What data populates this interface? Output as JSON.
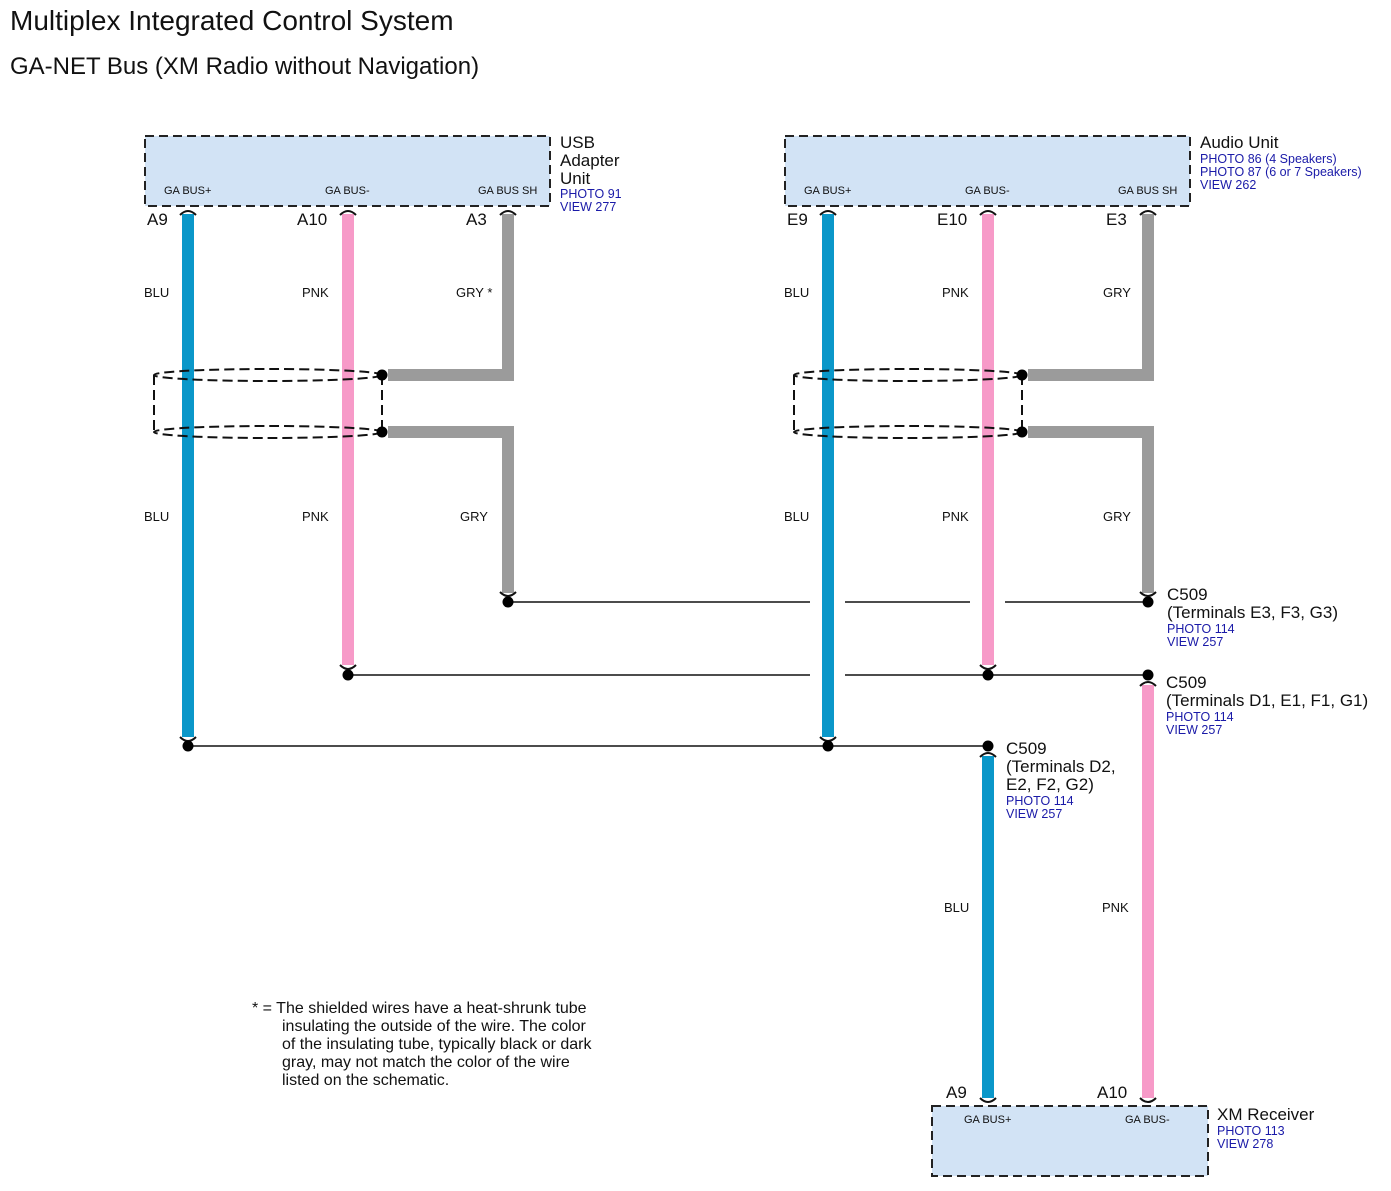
{
  "title": "Multiplex Integrated Control System",
  "subtitle": "GA-NET Bus (XM Radio without Navigation)",
  "colors": {
    "blu": "#0a97c9",
    "pnk": "#f79ac8",
    "gry": "#9b9b9b",
    "component_fill": "#d2e3f5",
    "photo_ref": "#1a1aa8"
  },
  "components": {
    "usb_adapter": {
      "name_lines": [
        "USB",
        "Adapter",
        "Unit"
      ],
      "refs": [
        "PHOTO 91",
        "VIEW 277"
      ],
      "pins": [
        "GA BUS+",
        "GA BUS-",
        "GA BUS SH"
      ],
      "terminals": [
        "A9",
        "A10",
        "A3"
      ]
    },
    "audio_unit": {
      "name_lines": [
        "Audio Unit"
      ],
      "refs": [
        "PHOTO 86 (4 Speakers)",
        "PHOTO 87 (6 or 7 Speakers)",
        "VIEW 262"
      ],
      "pins": [
        "GA BUS+",
        "GA BUS-",
        "GA BUS SH"
      ],
      "terminals": [
        "E9",
        "E10",
        "E3"
      ]
    },
    "xm_receiver": {
      "name_lines": [
        "XM Receiver"
      ],
      "refs": [
        "PHOTO 113",
        "VIEW 278"
      ],
      "pins": [
        "GA BUS+",
        "GA BUS-"
      ],
      "terminals": [
        "A9",
        "A10"
      ]
    }
  },
  "wire_labels": {
    "usb_upper": [
      "BLU",
      "PNK",
      "GRY *"
    ],
    "usb_lower": [
      "BLU",
      "PNK",
      "GRY"
    ],
    "audio_upper": [
      "BLU",
      "PNK",
      "GRY"
    ],
    "audio_lower": [
      "BLU",
      "PNK",
      "GRY"
    ],
    "xm": [
      "BLU",
      "PNK"
    ]
  },
  "connectors": {
    "c509_sh": {
      "name": "C509",
      "terminals_lines": [
        "(Terminals E3, F3, G3)"
      ],
      "refs": [
        "PHOTO 114",
        "VIEW 257"
      ]
    },
    "c509_minus": {
      "name": "C509",
      "terminals_lines": [
        "(Terminals D1, E1, F1, G1)"
      ],
      "refs": [
        "PHOTO 114",
        "VIEW 257"
      ]
    },
    "c509_plus": {
      "name": "C509",
      "terminals_lines": [
        "(Terminals D2,",
        "E2, F2, G2)"
      ],
      "refs": [
        "PHOTO 114",
        "VIEW 257"
      ]
    }
  },
  "footnote": {
    "lines": [
      "* = The shielded wires have a heat-shrunk tube",
      "insulating the outside of the wire. The color",
      "of the insulating tube, typically black or dark",
      "gray, may not match the color of the wire",
      "listed on the schematic."
    ]
  }
}
